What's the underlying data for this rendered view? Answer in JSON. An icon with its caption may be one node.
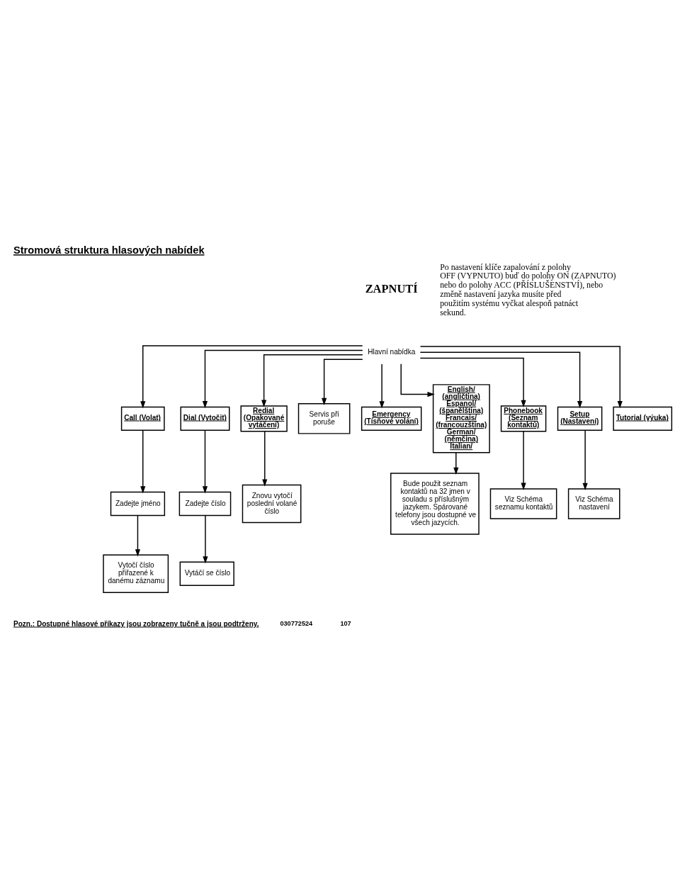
{
  "diagram": {
    "title": "Stromová struktura hlasových nabídek",
    "nodes": [
      {
        "text": [
          "Hlavní nabídka"
        ]
      },
      {
        "text": [
          "Call (Volat)"
        ]
      },
      {
        "text": [
          "Dial (Vytočit)"
        ]
      },
      {
        "text": [
          "Redial (Opakované vytáčení)"
        ]
      },
      {
        "text": [
          "Servis při poruše"
        ]
      },
      {
        "text": [
          "Emergency (Tísňové volání)"
        ]
      },
      {
        "text": [
          "English/ (angličtina) Espanol/ (španělština) Francais/ (francouzština) German/ (němčina) Italian/"
        ]
      },
      {
        "text": [
          "Phonebook (Seznam kontaktů)"
        ]
      },
      {
        "text": [
          "Setup (Nastavení)"
        ]
      },
      {
        "text": [
          "Tutorial (výuka)"
        ]
      },
      {
        "text": [
          "Zadejte jméno"
        ]
      },
      {
        "text": [
          "Zadejte číslo"
        ]
      },
      {
        "text": [
          "Znovu vytočí poslední volané číslo"
        ]
      },
      {
        "text": [
          "Viz Schéma seznamu kontaktů"
        ]
      },
      {
        "text": [
          "Viz Schéma nastavení"
        ]
      },
      {
        "text": [
          "Vytočí číslo přiřazené k danému záznamu"
        ]
      },
      {
        "text": [
          "Vytáčí se číslo"
        ]
      },
      {
        "text": [
          "Bude použit seznam kontaktů na 32 jmen v souladu s příslušným jazykem. Spárované telefony jsou dostupné ve všech jazycích."
        ]
      }
    ],
    "edges": [
      {
        "from": 0,
        "to": 1,
        "arrow": "to"
      },
      {
        "from": 0,
        "to": 2,
        "arrow": "to"
      },
      {
        "from": 0,
        "to": 3,
        "arrow": "to"
      },
      {
        "from": 0,
        "to": 4,
        "arrow": "to"
      },
      {
        "from": 0,
        "to": 5,
        "arrow": "to"
      },
      {
        "from": 0,
        "to": 6,
        "arrow": "to"
      },
      {
        "from": 0,
        "to": 7,
        "arrow": "to"
      },
      {
        "from": 0,
        "to": 8,
        "arrow": "to"
      },
      {
        "from": 0,
        "to": 9,
        "arrow": "to"
      },
      {
        "from": 1,
        "to": 10,
        "arrow": "to"
      },
      {
        "from": 10,
        "to": 15,
        "arrow": "to"
      },
      {
        "from": 2,
        "to": 11,
        "arrow": "to"
      },
      {
        "from": 11,
        "to": 16,
        "arrow": "to"
      },
      {
        "from": 3,
        "to": 12,
        "arrow": "to"
      },
      {
        "from": 6,
        "to": 17,
        "arrow": "to"
      },
      {
        "from": 7,
        "to": 13,
        "arrow": "to"
      },
      {
        "from": 8,
        "to": 14,
        "arrow": "to"
      }
    ],
    "labels": [
      "ZAPNUTÍ",
      "Po nastavení klíče zapalování z polohy OFF (VYPNUTO) buď do polohy ON (ZAPNUTO) nebo do polohy ACC (PŘÍSLUŠENSTVÍ), nebo změně nastavení jazyka musíte před použitím systému vyčkat alespoň patnáct sekund.",
      "Pozn.: Dostupné hlasové příkazy jsou zobrazeny tučně a jsou podtrženy.",
      "030772524",
      "107"
    ]
  }
}
